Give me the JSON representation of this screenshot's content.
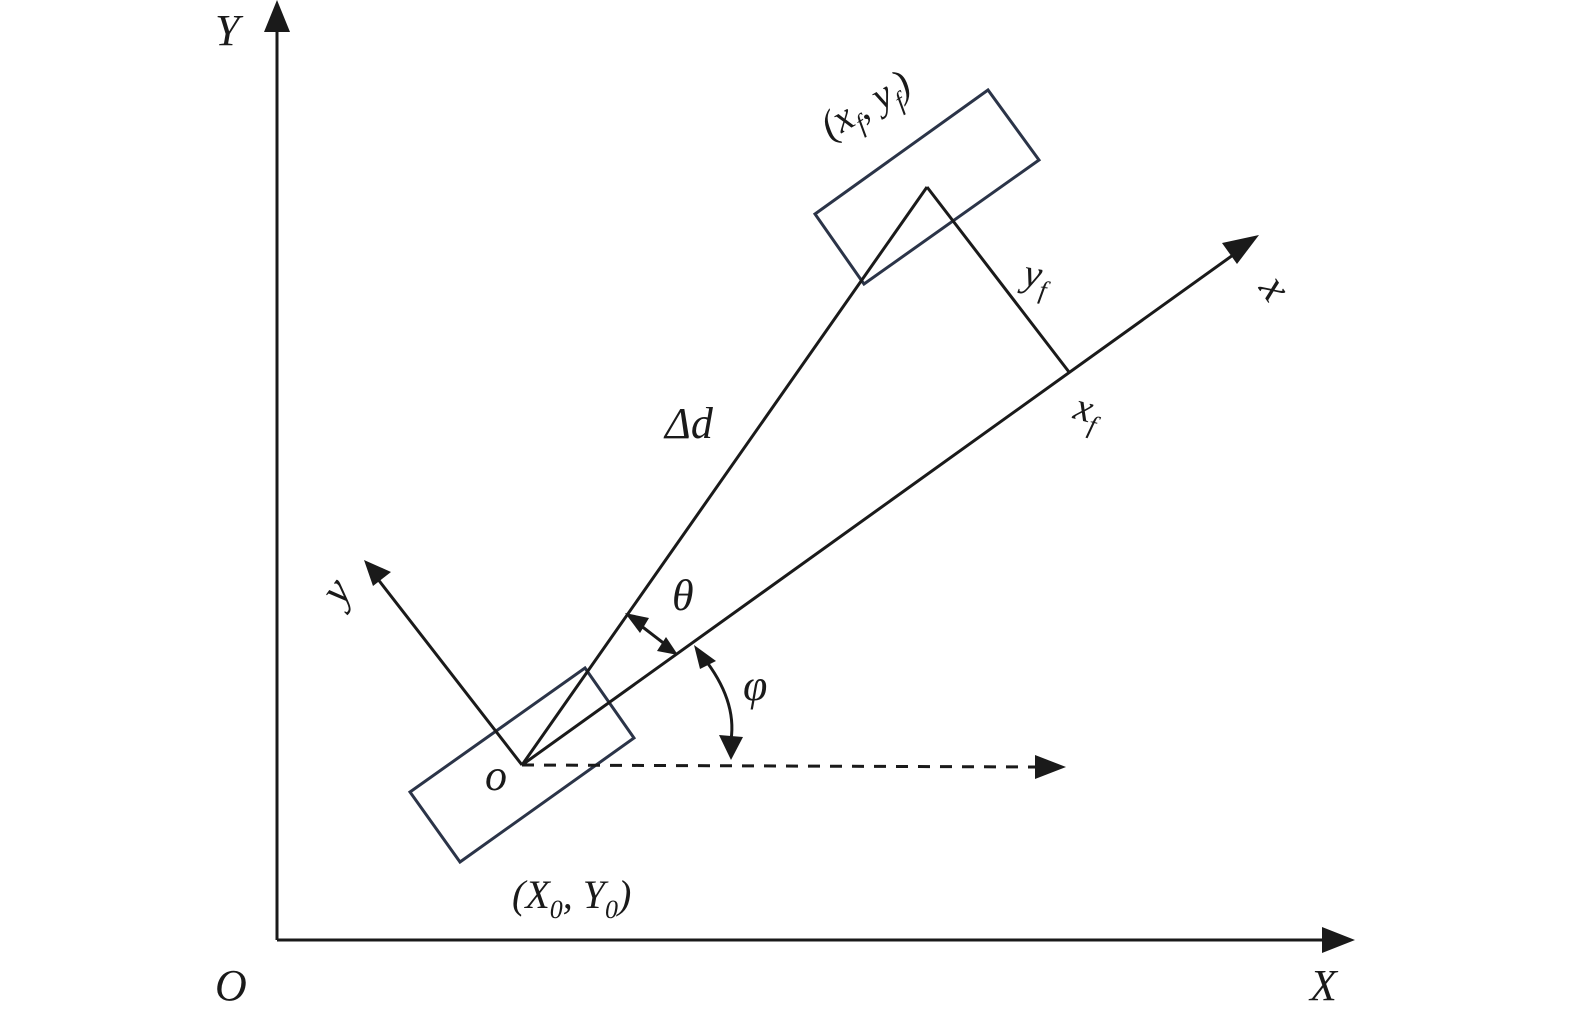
{
  "labels": {
    "global_origin": "O",
    "global_x_axis": "X",
    "global_y_axis": "Y",
    "local_origin": "o",
    "local_x_axis": "x",
    "local_y_axis": "y",
    "distance": "Δd",
    "angle_theta": "θ",
    "angle_phi": "φ",
    "start_point": {
      "open": "(X",
      "sub1": "0",
      "mid": ", Y",
      "sub2": "0",
      "close": ")"
    },
    "end_point": {
      "open": "(x",
      "sub1": "f",
      "mid": ", y",
      "sub2": "f",
      "close": ")"
    },
    "xf": {
      "base": "x",
      "sub": "f"
    },
    "yf": {
      "base": "y",
      "sub": "f"
    }
  }
}
